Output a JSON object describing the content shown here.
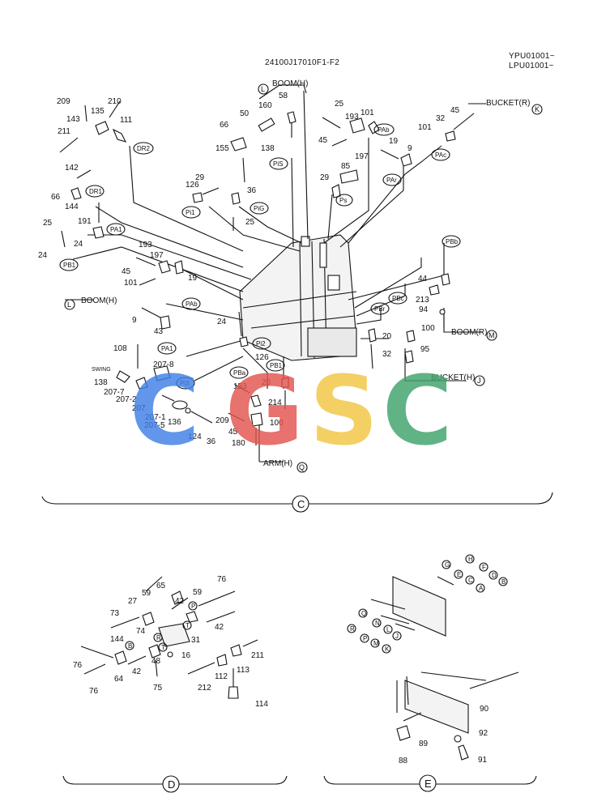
{
  "header": {
    "drawing_no": "24100J17010F1-F2",
    "serial_1": "YPU01001~",
    "serial_2": "LPU01001~"
  },
  "watermark": {
    "letters": [
      "C",
      "G",
      "S",
      "C"
    ],
    "colors": [
      "#3f7fe6",
      "#e2544f",
      "#f2c542",
      "#3fa36b"
    ]
  },
  "callouts_c": {
    "boom_h_top": "BOOM(H)",
    "boom_h_left": "BOOM(H)",
    "bucket_r": "BUCKET(R)",
    "boom_r": "BOOM(R)",
    "bucket_h": "BUCKET(H)",
    "arm_h": "ARM(H)",
    "l1": "L",
    "l2": "L",
    "k": "K",
    "m": "M",
    "j": "J",
    "q": "Q",
    "swing": "SWING"
  },
  "ports": [
    "DR2",
    "DR1",
    "Pi1",
    "PiG",
    "PiS",
    "PAb",
    "PAr",
    "Ps",
    "PAc",
    "PA1",
    "PB1",
    "PAb",
    "PA1",
    "Pi2",
    "Pi3",
    "PBa",
    "PB1",
    "PBb",
    "PBc",
    "PBr"
  ],
  "parts_c": [
    "209",
    "210",
    "135",
    "143",
    "111",
    "211",
    "58",
    "160",
    "50",
    "66",
    "138",
    "155",
    "25",
    "101",
    "193",
    "45",
    "197",
    "19",
    "9",
    "45",
    "32",
    "101",
    "29",
    "85",
    "142",
    "66",
    "144",
    "25",
    "191",
    "24",
    "24",
    "126",
    "29",
    "36",
    "25",
    "193",
    "197",
    "45",
    "101",
    "19",
    "9",
    "43",
    "24",
    "126",
    "108",
    "138",
    "207-8",
    "207-7",
    "207-2",
    "207",
    "207-1",
    "207-5",
    "136",
    "124",
    "209",
    "36",
    "153",
    "45",
    "180",
    "100",
    "20",
    "214",
    "44",
    "213",
    "94",
    "100",
    "20",
    "32",
    "95"
  ],
  "parts_d": [
    "27",
    "59",
    "65",
    "59",
    "76",
    "42",
    "73",
    "74",
    "31",
    "42",
    "144",
    "76",
    "48",
    "16",
    "211",
    "76",
    "64",
    "42",
    "75",
    "212",
    "112",
    "113",
    "114"
  ],
  "circle_letters_d": [
    "P",
    "T",
    "R",
    "T",
    "B"
  ],
  "parts_e": [
    "90",
    "89",
    "92",
    "88",
    "91"
  ],
  "circle_letters_e": [
    "G",
    "H",
    "E",
    "F",
    "C",
    "D",
    "A",
    "B",
    "Q",
    "N",
    "L",
    "R",
    "P",
    "M",
    "J",
    "K"
  ],
  "sections": {
    "c": "C",
    "d": "D",
    "e": "E"
  }
}
